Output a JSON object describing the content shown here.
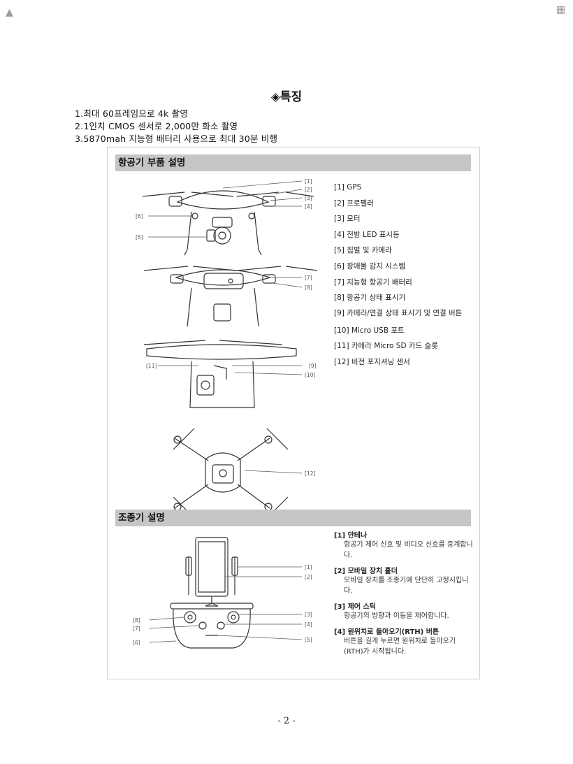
{
  "title": "◈특징",
  "features": [
    "1.최대 60프레임으로 4k 촬영",
    "2.1인치 CMOS 센서로 2,000만 화소 촬영",
    "3.5870mah 지능형 배터리 사용으로 최대 30분 비행"
  ],
  "aircraft": {
    "heading": "항공기 부품 설명",
    "parts": [
      "[1] GPS",
      "[2] 프로펠러",
      "[3] 모터",
      "[4] 전방 LED 표시등",
      "[5] 짐벌 및 카메라",
      "[6] 장애물 감지 시스템",
      "[7] 지능형 항공기 배터리",
      "[8] 항공기 상태 표시기",
      "[9] 카메라/연결 상태 표시기 및 연결 버튼",
      "[10] Micro USB 포트",
      "[11] 카메라 Micro SD 카드 슬롯",
      "[12] 비전 포지셔닝 센서"
    ],
    "callouts": {
      "c1": "[1]",
      "c2": "[2]",
      "c3": "[3]",
      "c4": "[4]",
      "c5": "[5]",
      "c6": "[6]",
      "c7": "[7]",
      "c8": "[8]",
      "c9": "[9]",
      "c10": "[10]",
      "c11": "[11]",
      "c12": "[12]"
    }
  },
  "controller": {
    "heading": "조종기 설명",
    "items": [
      {
        "head": "[1] 안테나",
        "desc": "항공기 제어 신호 및 비디오 신호를 중계합니다."
      },
      {
        "head": "[2] 모바일 장치 홀더",
        "desc": "모바일 장치를 조종기에 단단히 고정시킵니다."
      },
      {
        "head": "[3] 제어 스틱",
        "desc": "항공기의 방향과 이동을 제어합니다."
      },
      {
        "head": "[4] 원위치로 돌아오기(RTH) 버튼",
        "desc": "버튼을 길게 누르면 원위치로 돌아오기(RTH)가 시작됩니다."
      }
    ],
    "callouts": {
      "c1": "[1]",
      "c2": "[2]",
      "c3": "[3]",
      "c4": "[4]",
      "c5": "[5]",
      "c6": "[6]",
      "c7": "[7]",
      "c8": "[8]"
    }
  },
  "page_number": "- 2 -"
}
